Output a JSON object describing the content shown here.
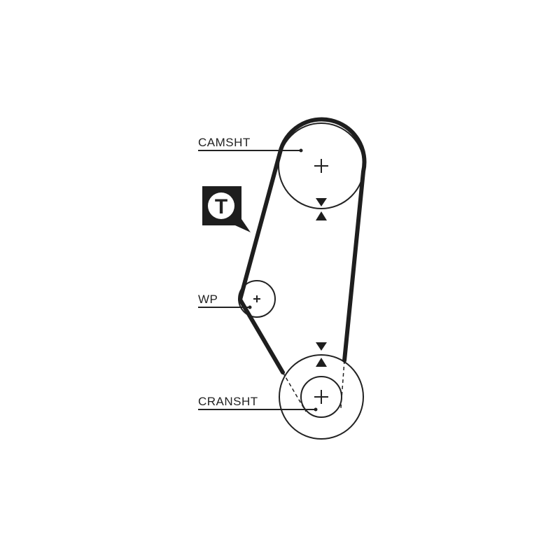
{
  "diagram": {
    "labels": {
      "camshaft": "CAMSHT",
      "water_pump": "WP",
      "crankshaft": "CRANSHT"
    },
    "tensioner_symbol": "T",
    "colors": {
      "belt": "#1e1e1e",
      "line": "#222222",
      "background": "#ffffff"
    }
  }
}
